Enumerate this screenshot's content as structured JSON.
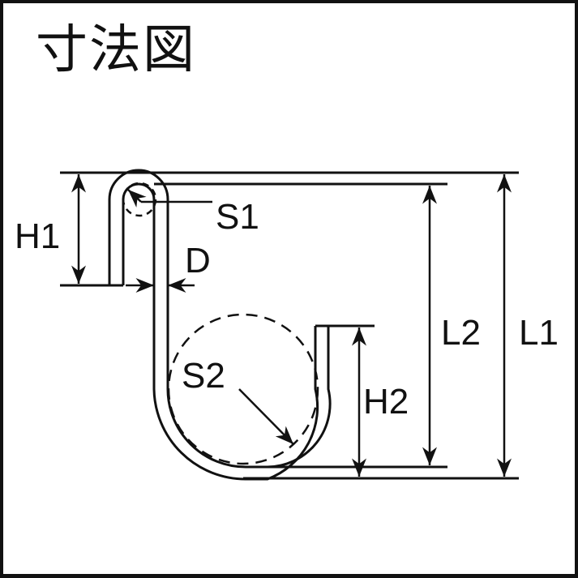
{
  "title": "寸法図",
  "labels": {
    "h1": "H1",
    "s1": "S1",
    "d": "D",
    "s2": "S2",
    "h2": "H2",
    "l2": "L2",
    "l1": "L1"
  },
  "colors": {
    "line": "#111111",
    "background": "#ffffff"
  }
}
